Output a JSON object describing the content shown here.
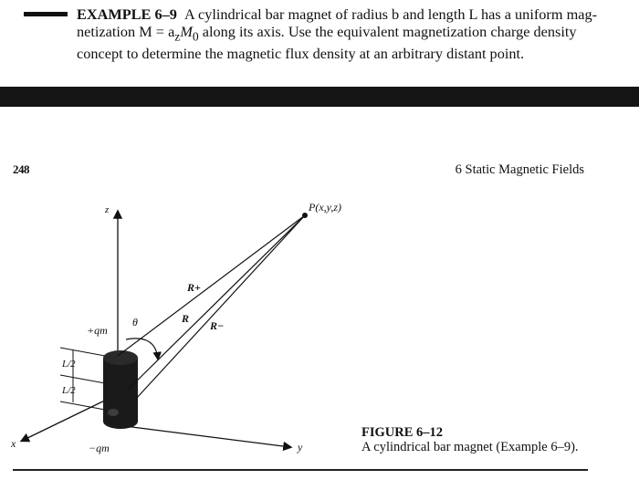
{
  "example": {
    "label": "EXAMPLE 6–9",
    "text_line1": "A cylindrical bar magnet of radius b and length L has a uniform mag-",
    "text_line2": "netization M = a",
    "sub_z": "z",
    "text_mid": "M",
    "sub_0": "0",
    "text_line2_end": " along its axis. Use the equivalent magnetization charge density",
    "text_line3": "concept to determine the magnetic flux density at an arbitrary distant point."
  },
  "page": {
    "number": "248",
    "running_head": "6   Static Magnetic Fields"
  },
  "figure": {
    "point_label": "P(x,y,z)",
    "z_axis": "z",
    "x_axis": "x",
    "y_axis": "y",
    "r_plus": "R+",
    "r": "R",
    "r_minus": "R−",
    "theta": "θ",
    "plus_charge": "+qm",
    "minus_charge": "−qm",
    "half_length_top": "L/2",
    "half_length_bottom": "L/2"
  },
  "caption": {
    "label": "FIGURE 6–12",
    "text": "A cylindrical bar magnet (Example 6–9)."
  },
  "colors": {
    "ink": "#111111",
    "band": "#141414",
    "magnet": "#1a1a1a"
  }
}
